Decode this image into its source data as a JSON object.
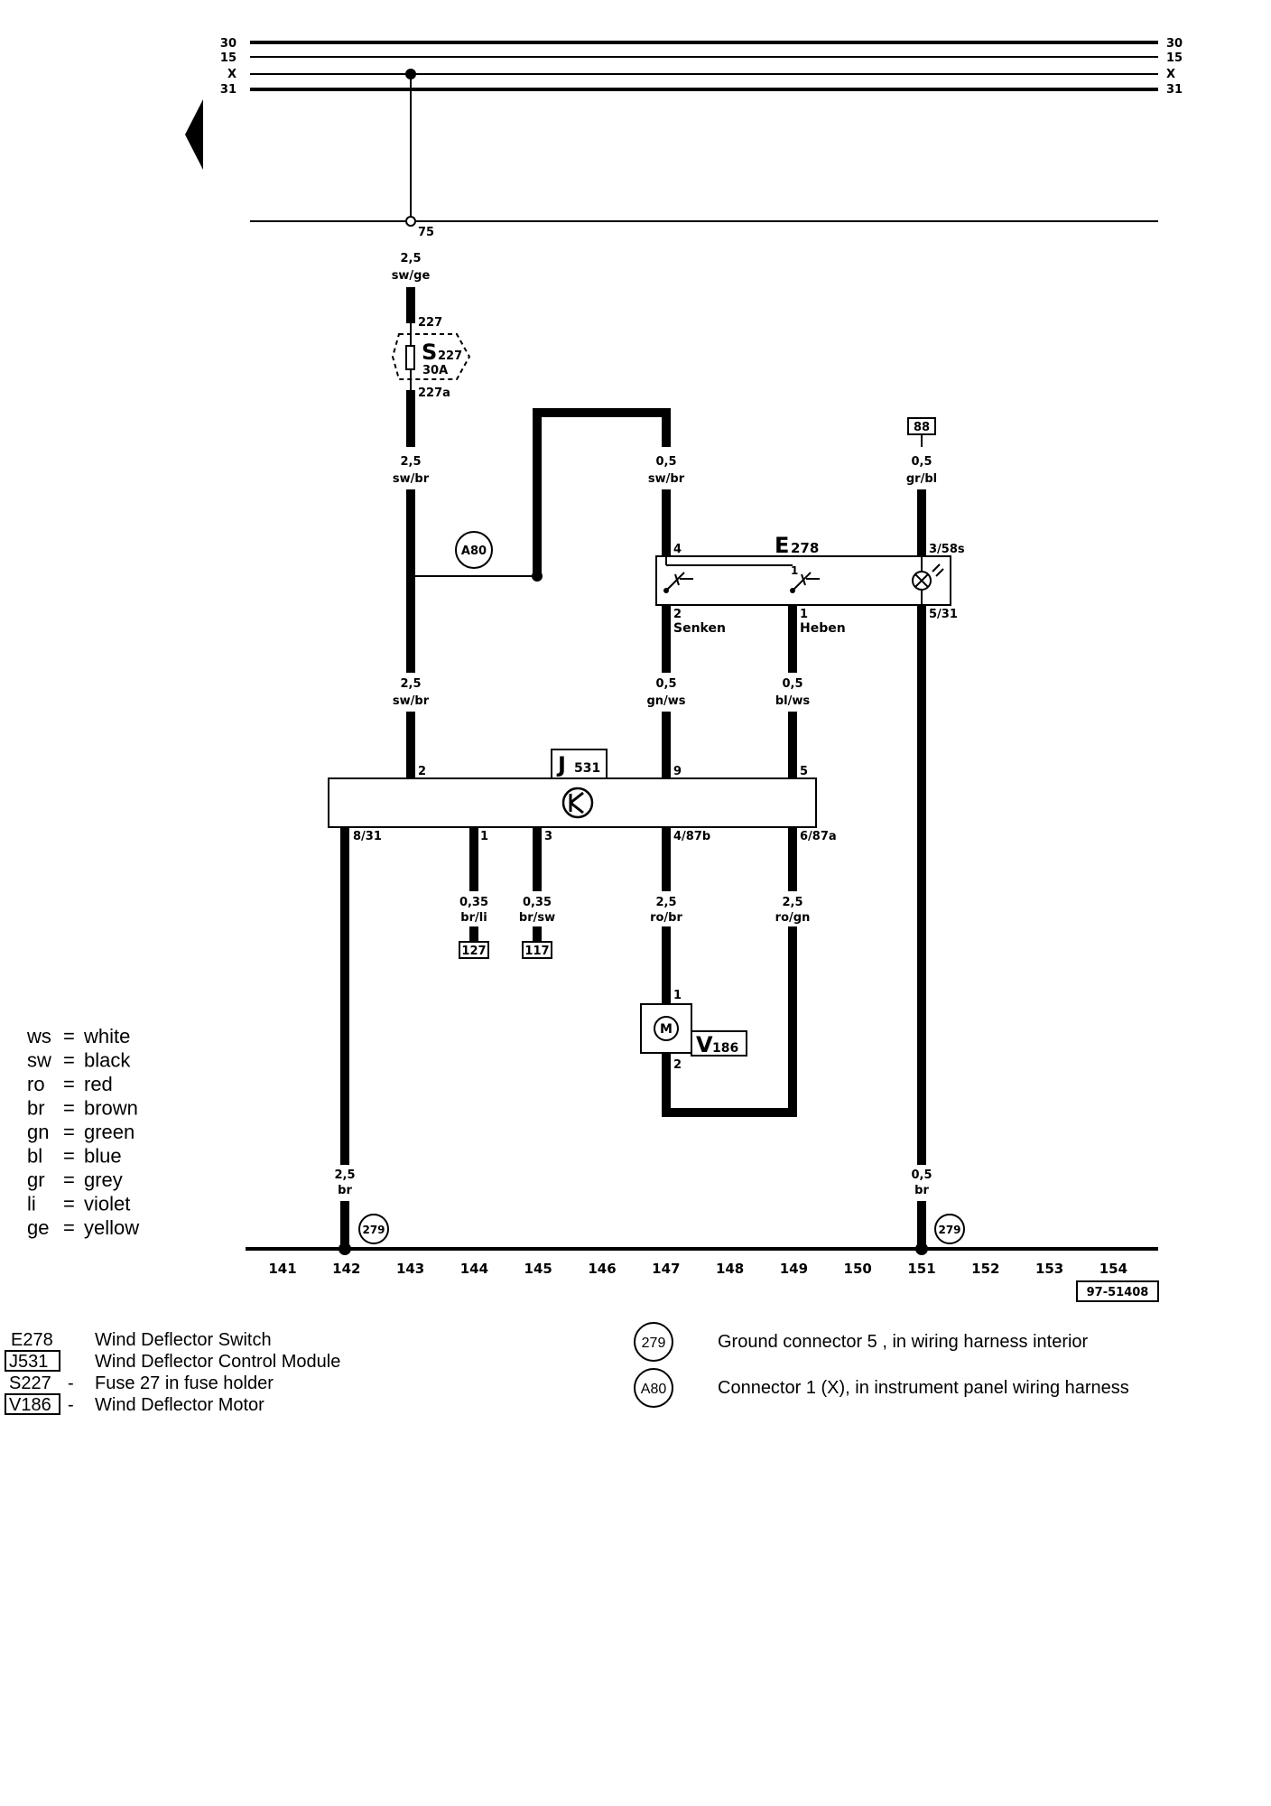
{
  "bus_lines": {
    "left": [
      "30",
      "15",
      "X",
      "31"
    ],
    "right": [
      "30",
      "15",
      "X",
      "31"
    ]
  },
  "fuse": {
    "terminal_in": "75",
    "wire_in_size": "2,5",
    "wire_in_color": "sw/ge",
    "pin_in": "227",
    "label_main": "S",
    "label_sub": "227",
    "rating": "30A",
    "pin_out": "227a",
    "wire_out_size": "2,5",
    "wire_out_color": "sw/br"
  },
  "connector_a80": "A80",
  "wires": {
    "to_switch_size": "0,5",
    "to_switch_color": "sw/br",
    "lamp_size": "0,5",
    "lamp_color": "gr/bl",
    "lamp_ref": "88",
    "j531_in_size": "2,5",
    "j531_in_color": "sw/br",
    "senken_size": "0,5",
    "senken_color": "gn/ws",
    "heben_size": "0,5",
    "heben_color": "bl/ws",
    "out1_size": "0,35",
    "out1_color": "br/li",
    "out1_ref": "127",
    "out3_size": "0,35",
    "out3_color": "br/sw",
    "out3_ref": "117",
    "motor1_size": "2,5",
    "motor1_color": "ro/br",
    "motor2_size": "2,5",
    "motor2_color": "ro/gn",
    "ground_left_size": "2,5",
    "ground_left_color": "br",
    "ground_right_size": "0,5",
    "ground_right_color": "br"
  },
  "switch": {
    "label_main": "E",
    "label_sub": "278",
    "pin4": "4",
    "pin_lamp_in": "3/58s",
    "pin2": "2",
    "pin2_name": "Senken",
    "pin1": "1",
    "pin1_name": "Heben",
    "pin_lamp_out": "5/31",
    "contact_label": "1"
  },
  "module": {
    "label_main": "J",
    "label_sub": "531",
    "pin2": "2",
    "pin9": "9",
    "pin5": "5",
    "pin_gnd": "8/31",
    "pin1": "1",
    "pin3": "3",
    "pin4": "4/87b",
    "pin6": "6/87a"
  },
  "motor": {
    "label_main": "V",
    "label_sub": "186",
    "symbol": "M",
    "pin1": "1",
    "pin2": "2"
  },
  "ground_connector": "279",
  "color_legend": [
    {
      "code": "ws",
      "name": "white"
    },
    {
      "code": "sw",
      "name": "black"
    },
    {
      "code": "ro",
      "name": "red"
    },
    {
      "code": "br",
      "name": "brown"
    },
    {
      "code": "gn",
      "name": "green"
    },
    {
      "code": "bl",
      "name": "blue"
    },
    {
      "code": "gr",
      "name": "grey"
    },
    {
      "code": "li",
      "name": "violet"
    },
    {
      "code": "ge",
      "name": "yellow"
    }
  ],
  "tracks": [
    "141",
    "142",
    "143",
    "144",
    "145",
    "146",
    "147",
    "148",
    "149",
    "150",
    "151",
    "152",
    "153",
    "154"
  ],
  "diagram_id": "97-51408",
  "components_legend": [
    {
      "code": "E278",
      "dash": "",
      "text": "Wind Deflector Switch"
    },
    {
      "code": "J531",
      "dash": "",
      "text": "Wind Deflector Control Module"
    },
    {
      "code": "S227",
      "dash": "-",
      "text": "Fuse 27 in fuse holder"
    },
    {
      "code": "V186",
      "dash": "-",
      "text": "Wind Deflector Motor"
    }
  ],
  "connectors_legend": [
    {
      "symbol": "279",
      "text": "Ground connector  5 , in wiring harness interior"
    },
    {
      "symbol": "A80",
      "text": "Connector  1  (X), in instrument panel wiring harness"
    }
  ]
}
